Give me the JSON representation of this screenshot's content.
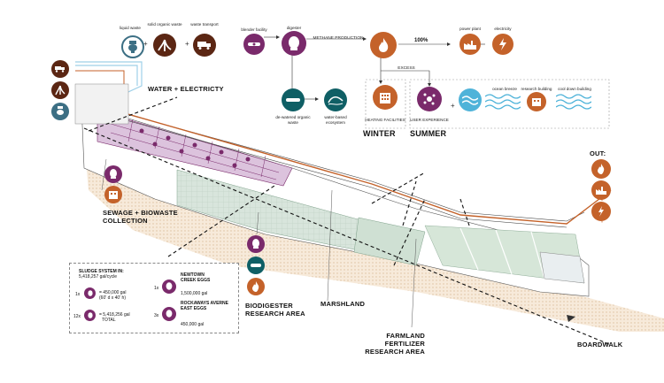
{
  "flow": {
    "liquid_waste": "liquid waste",
    "solid_organic_waste": "solid organic waste",
    "waste_transport": "waste transport",
    "blender_facility": "blender facility",
    "digester": "digester",
    "methane_production": "METHANE PRODUCTION",
    "percent": "100%",
    "power_plant": "power plant",
    "electricity": "electricity",
    "excess": "EXCESS",
    "dewatered": "de-watered organic waste",
    "water_based": "water-based ecosystem",
    "heating": "HEATING FACILITIES",
    "user_experience": "USER EXPERIENCE",
    "ocean_breeze": "ocean breeze",
    "research_building": "research building",
    "cool_down": "cool down building",
    "winter": "WINTER",
    "summer": "SUMMER"
  },
  "labels": {
    "water_electricity": "WATER + ELECTRICTY",
    "sewage": "SEWAGE + BIOWASTE COLLECTION",
    "biodigester": "BIODIGESTER RESEARCH AREA",
    "marshland": "MARSHLAND",
    "farmland": "FARMLAND FERTILIZER RESEARCH AREA",
    "boardwalk": "BOARDWALK",
    "out": "OUT:"
  },
  "legend": {
    "title": "SLUDGE SYSTEM IN:",
    "rate": "5,418,257 gal/cycle",
    "row1_count": "1x",
    "row1_value": "= 450,000 gal",
    "row1_dims": "(60' d x 40' h)",
    "row2_count": "12x",
    "row2_value": "= 5,418,256 gal",
    "row2_total": "TOTAL",
    "newtown_count": "1x",
    "newtown_name": "NEWTOWN CREEK EGGS",
    "newtown_value": "1,500,000 gal",
    "rockaway_count": "3x",
    "rockaway_name": "ROCKAWAYS AVERNE EAST EGGS",
    "rockaway_value": "450,000 gal"
  },
  "colors": {
    "purple": "#7a2a6b",
    "orange": "#c4622a",
    "teal": "#0f5f65",
    "brown": "#5b2613",
    "light_blue": "#4fb3d9",
    "marsh_green": "#c9dccd",
    "sand": "#f1dfc9"
  }
}
